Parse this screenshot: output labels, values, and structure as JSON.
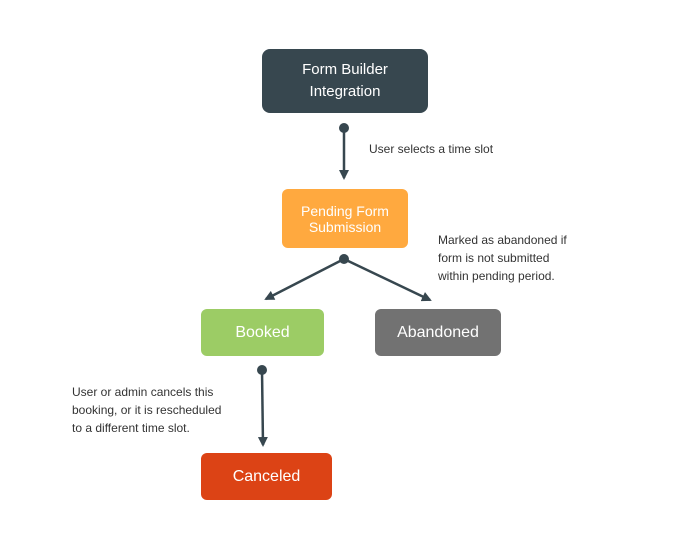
{
  "nodes": {
    "form_builder": {
      "label": "Form Builder\nIntegration",
      "color": "#37474F"
    },
    "pending": {
      "label": "Pending Form\nSubmission",
      "color": "#FFA93F"
    },
    "booked": {
      "label": "Booked",
      "color": "#9CCC65"
    },
    "abandoned": {
      "label": "Abandoned",
      "color": "#727272"
    },
    "canceled": {
      "label": "Canceled",
      "color": "#DC4315"
    }
  },
  "annotations": {
    "select_slot": "User selects a time slot",
    "abandoned_note": "Marked as abandoned if\nform is not submitted\nwithin pending period.",
    "cancel_note": "User or admin cancels this\nbooking, or it is rescheduled\nto a different time slot."
  },
  "edge_color": "#37474F"
}
